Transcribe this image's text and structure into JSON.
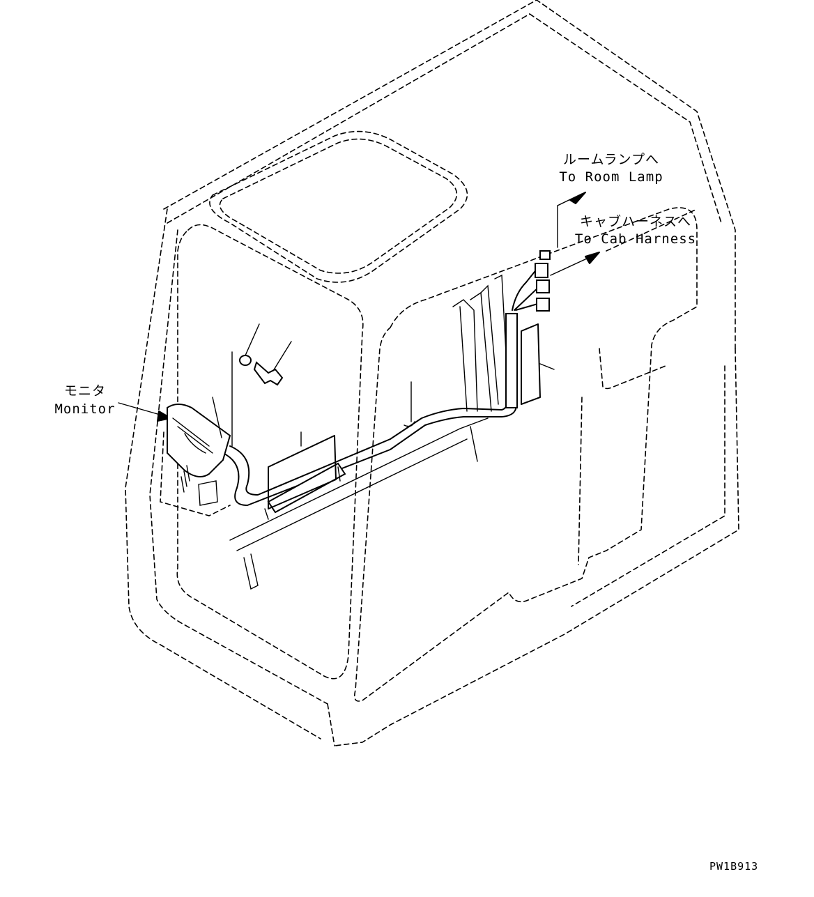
{
  "labels": {
    "room_lamp_jp": "ルームランプへ",
    "room_lamp_en": "To Room Lamp",
    "cab_harness_jp": "キャブハーネスへ",
    "cab_harness_en": "To Cab Harness",
    "monitor_jp": "モニタ",
    "monitor_en": "Monitor",
    "drawing_code": "PW1B913"
  }
}
